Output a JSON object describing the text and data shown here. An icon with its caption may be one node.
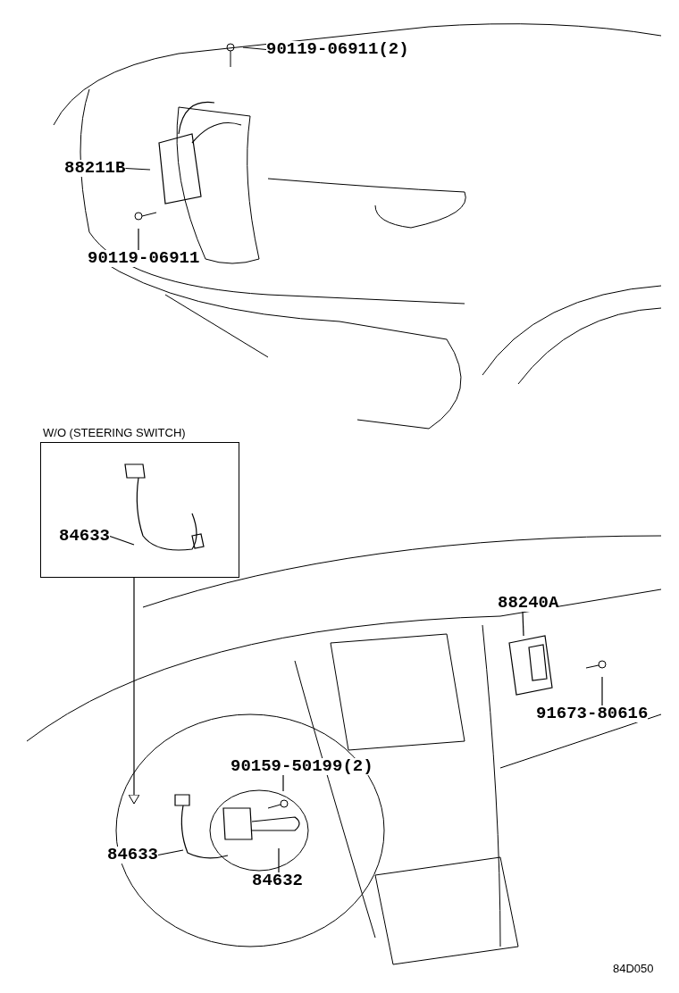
{
  "diagram": {
    "nodes": [
      {
        "text": [
          "90119-06911(2)"
        ]
      },
      {
        "text": [
          "88211B"
        ]
      },
      {
        "text": [
          "90119-06911"
        ]
      },
      {
        "text": [
          "W/O (STEERING SWITCH)"
        ]
      },
      {
        "text": [
          "84633"
        ],
        "in": 3
      },
      {
        "text": [
          "88240A"
        ]
      },
      {
        "text": [
          "91673-80616"
        ]
      },
      {
        "text": [
          "90159-50199(2)"
        ]
      },
      {
        "text": [
          "84633"
        ]
      },
      {
        "text": [
          "84632"
        ]
      },
      {
        "text": [],
        "shape": "picture"
      }
    ],
    "edges": [
      {
        "from": 0,
        "to": null,
        "arrow": "none"
      },
      {
        "from": 1,
        "to": null,
        "arrow": "none"
      },
      {
        "from": 2,
        "to": null,
        "arrow": "none"
      },
      {
        "from": 4,
        "to": null,
        "arrow": "none"
      },
      {
        "from": 3,
        "to": null,
        "arrow": "to"
      },
      {
        "from": 5,
        "to": 10,
        "arrow": "none"
      },
      {
        "from": 6,
        "to": null,
        "arrow": "none"
      },
      {
        "from": 7,
        "to": null,
        "arrow": "none"
      },
      {
        "from": 8,
        "to": null,
        "arrow": "none"
      },
      {
        "from": 9,
        "to": null,
        "arrow": "none"
      }
    ],
    "labels": [
      "84D050"
    ]
  }
}
